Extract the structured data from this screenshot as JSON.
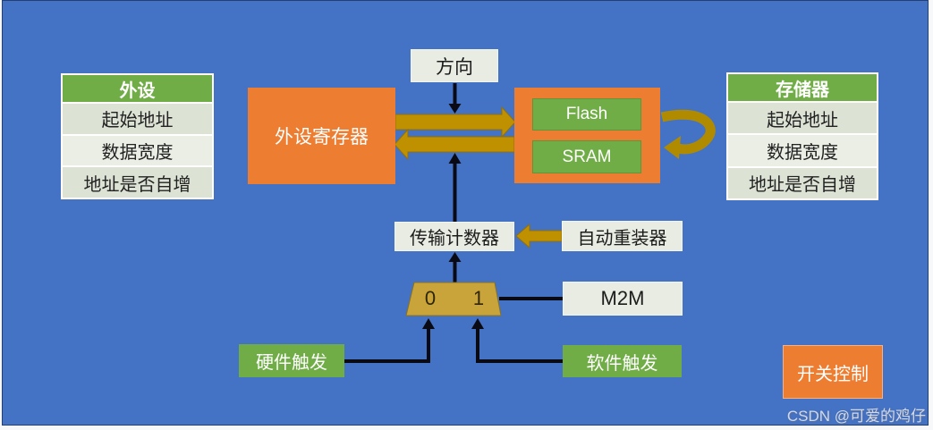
{
  "diagram": {
    "description": "DMA block diagram on blue slide",
    "tables": {
      "peripheral": {
        "header": "外设",
        "rows": [
          "起始地址",
          "数据宽度",
          "地址是否自增"
        ]
      },
      "memory": {
        "header": "存储器",
        "rows": [
          "起始地址",
          "数据宽度",
          "地址是否自增"
        ]
      }
    },
    "nodes": {
      "direction": "方向",
      "peripheral_register": "外设寄存器",
      "flash": "Flash",
      "sram": "SRAM",
      "transfer_counter": "传输计数器",
      "auto_reload": "自动重装器",
      "mux_0": "0",
      "mux_1": "1",
      "m2m": "M2M",
      "hardware_trigger": "硬件触发",
      "software_trigger": "软件触发",
      "switch_control": "开关控制"
    },
    "colors": {
      "background_blue": "#4472c4",
      "panel_border_navy": "#25406f",
      "orange": "#ed7d31",
      "green": "#70ad47",
      "light_box": "#e8ece2",
      "table_row_dark": "#dce3d5",
      "table_row_light": "#eaeee5",
      "gold_arrow": "#bf9000",
      "mux_gold": "#c9a43a",
      "black_arrow": "#0a0a14"
    }
  },
  "watermark": "CSDN @可爱的鸡仔"
}
